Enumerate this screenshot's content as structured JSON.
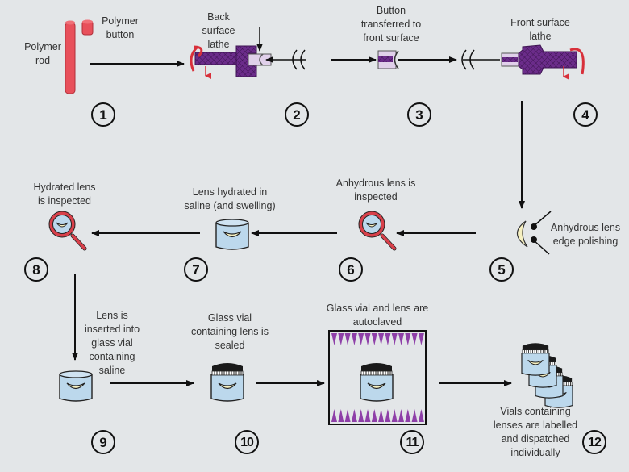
{
  "title": "Contact lens manufacturing process",
  "colors": {
    "background": "#e3e6e8",
    "polymer": "#e8505b",
    "lathe": "#6b2c8a",
    "button": "#e0d0ea",
    "lens": "#f6f0c0",
    "vial": "#bcd8ec",
    "magnifier": "#d8404a",
    "autoclave_spikes": "#8e3fa8",
    "arrow": "#111111"
  },
  "steps": [
    {
      "number": "1",
      "labels": [
        "Polymer\nrod",
        "Polymer\nbutton"
      ],
      "icon": "polymer-rod-and-button"
    },
    {
      "number": "2",
      "label": "Back\nsurface\nlathe",
      "icon": "back-surface-lathe"
    },
    {
      "number": "3",
      "label": "Button\ntransferred to\nfront surface",
      "icon": "lens-button"
    },
    {
      "number": "4",
      "label": "Front surface\nlathe",
      "icon": "front-surface-lathe"
    },
    {
      "number": "5",
      "label": "Anhydrous lens\nedge polishing",
      "icon": "edge-polishing"
    },
    {
      "number": "6",
      "label": "Anhydrous lens is\ninspected",
      "icon": "magnifier"
    },
    {
      "number": "7",
      "label": "Lens hydrated in\nsaline (and swelling)",
      "icon": "saline-vial"
    },
    {
      "number": "8",
      "label": "Hydrated lens\nis inspected",
      "icon": "magnifier"
    },
    {
      "number": "9",
      "label": "Lens is\ninserted into\nglass vial\ncontaining\nsaline",
      "icon": "open-vial"
    },
    {
      "number": "10",
      "label": "Glass vial\ncontaining lens is\nsealed",
      "icon": "sealed-vial"
    },
    {
      "number": "11",
      "label": "Glass vial and lens are\nautoclaved",
      "icon": "autoclave"
    },
    {
      "number": "12",
      "label": "Vials containing\nlenses are labelled\nand dispatched\nindividually",
      "icon": "stacked-vials"
    }
  ]
}
